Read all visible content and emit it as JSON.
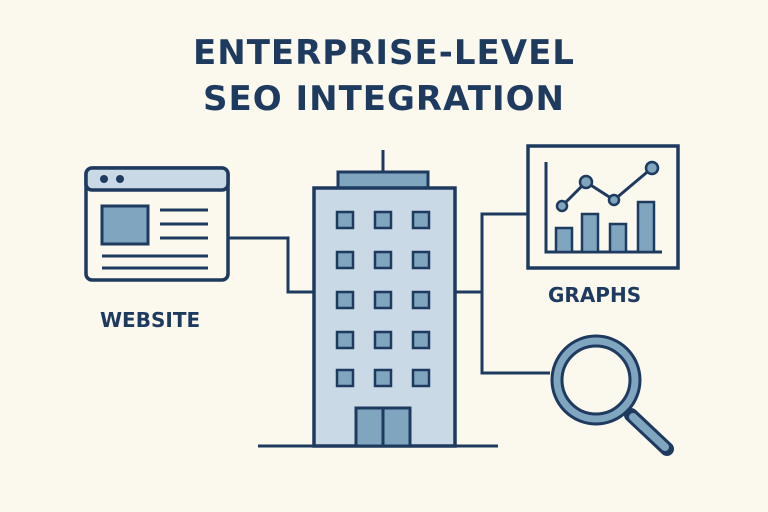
{
  "title": {
    "line1": "ENTERPRISE-LEVEL",
    "line2": "SEO INTEGRATION"
  },
  "labels": {
    "website": "WEBSITE",
    "graphs": "GRAPHS"
  },
  "icons": [
    "website-browser-icon",
    "office-building-icon",
    "bar-line-graph-icon",
    "magnifying-glass-icon"
  ],
  "colors": {
    "background": "#fbf8ee",
    "navy": "#1e3a5f",
    "light_blue": "#c9d9e6",
    "mid_blue": "#7fa5bf"
  }
}
